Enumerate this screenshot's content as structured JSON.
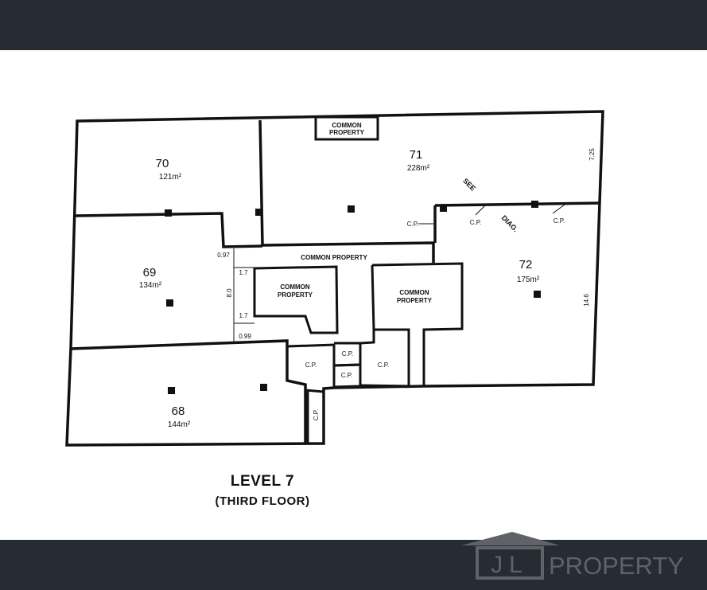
{
  "plan": {
    "units": [
      {
        "number": "70",
        "area": "121m²"
      },
      {
        "number": "71",
        "area": "228m²"
      },
      {
        "number": "69",
        "area": "134m²"
      },
      {
        "number": "72",
        "area": "175m²"
      },
      {
        "number": "68",
        "area": "144m²"
      }
    ],
    "labels": {
      "common_property_line1": "COMMON",
      "common_property_line2": "PROPERTY",
      "common_property_full": "COMMON PROPERTY",
      "cp": "C.P.",
      "see": "SEE",
      "diag": "DIAG."
    },
    "dimensions": {
      "d725": "7.25",
      "d097": "0.97",
      "d17a": "1.7",
      "d80": "8.0",
      "d17b": "1.7",
      "d099": "0.99",
      "d146": "14.6"
    },
    "caption_level": "LEVEL 7",
    "caption_floor": "(THIRD FLOOR)"
  },
  "brand": {
    "logo_letters": "JL",
    "logo_word": "PROPERTY"
  },
  "colors": {
    "band": "#252c33",
    "logo_gray": "#5f6367"
  }
}
